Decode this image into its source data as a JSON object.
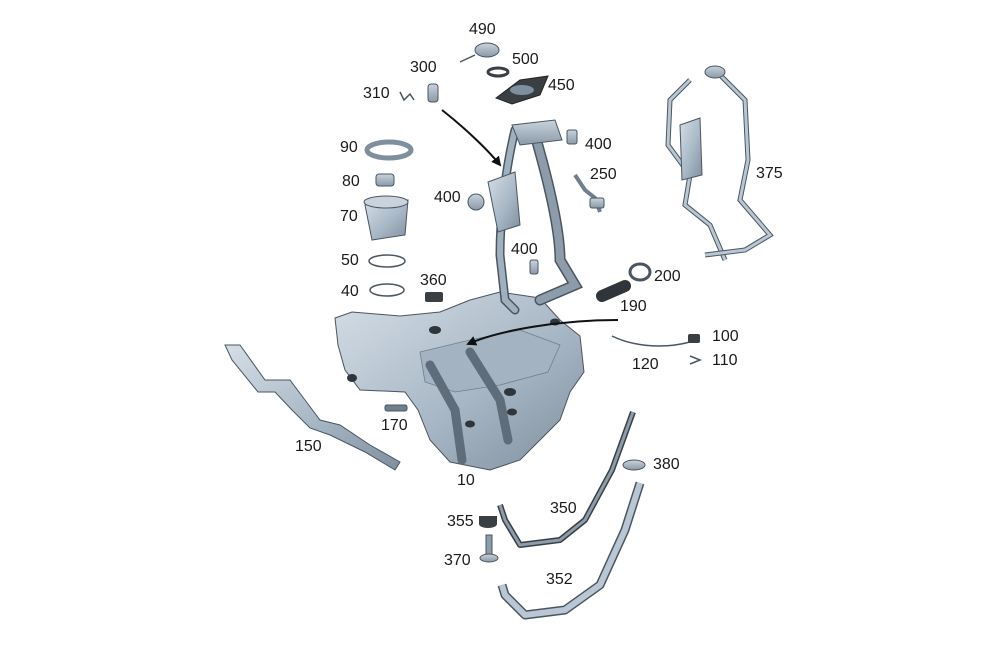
{
  "callouts": {
    "c490": "490",
    "c500": "500",
    "c300": "300",
    "c310": "310",
    "c450": "450",
    "c400a": "400",
    "c90": "90",
    "c80": "80",
    "c70": "70",
    "c400b": "400",
    "c250": "250",
    "c375": "375",
    "c400c": "400",
    "c50": "50",
    "c40": "40",
    "c360": "360",
    "c200": "200",
    "c190": "190",
    "c100": "100",
    "c120": "120",
    "c110": "110",
    "c170": "170",
    "c150": "150",
    "c10": "10",
    "c380": "380",
    "c350": "350",
    "c355": "355",
    "c370": "370",
    "c352": "352"
  },
  "colors": {
    "part_fill": "#b9c7d4",
    "part_dark": "#6f7f8e",
    "part_stroke": "#4a5560",
    "rubber": "#3a3f44",
    "arrow": "#111111"
  }
}
